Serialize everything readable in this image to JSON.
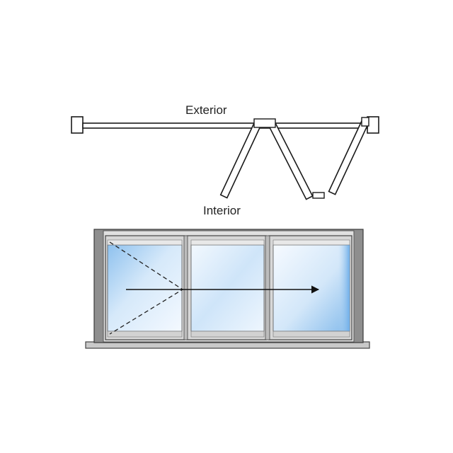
{
  "labels": {
    "exterior": "Exterior",
    "interior": "Interior"
  },
  "colors": {
    "outline": "#1a1a1a",
    "frame_gray": "#8c8c8c",
    "frame_light": "#d9d9d9",
    "glass_light": "#eaf3fc",
    "glass_blue": "#8ec1ee",
    "sill_gray": "#c4c4c4",
    "arrow": "#111111"
  },
  "icons": {
    "swing_indicator": "dashed-chevron",
    "slide_direction": "right-arrow"
  }
}
